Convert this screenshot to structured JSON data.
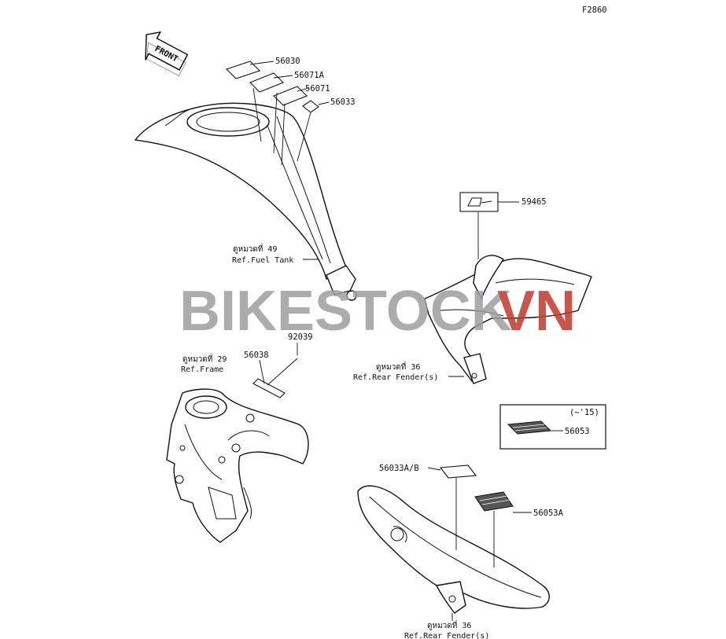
{
  "figure_code": "F2860",
  "front_arrow_label": "FRONT",
  "watermark": {
    "part1": "BIKESTOCK",
    "part2": "VN",
    "color1": "#9e9e9e",
    "color2": "#c0392b"
  },
  "parts": {
    "p56030": "56030",
    "p56071a": "56071A",
    "p56071": "56071",
    "p56033": "56033",
    "p59465": "59465",
    "p92039": "92039",
    "p56038": "56038",
    "p56053": "56053",
    "p56033ab": "56033A/B",
    "p56053a": "56053A"
  },
  "inset_note": "(~'15)",
  "refs": {
    "fuel_tank": {
      "thai": "ดูหมวดที่ 49",
      "name": "Ref.Fuel Tank"
    },
    "frame": {
      "thai": "ดูหมวดที่ 29",
      "name": "Ref.Frame"
    },
    "rear_fender": {
      "thai": "ดูหมวดที่ 36",
      "name": "Ref.Rear Fender(s)"
    },
    "rear_fender_bottom": {
      "thai": "ดูหมวดที่ 36",
      "name": "Ref.Rear Fender(s)"
    }
  }
}
